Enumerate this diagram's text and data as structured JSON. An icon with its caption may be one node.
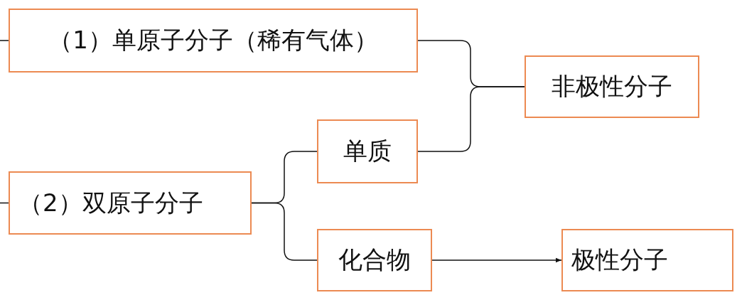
{
  "diagram": {
    "nodes": [
      {
        "text": [
          "（1）单原子分子（稀有气体）"
        ]
      },
      {
        "text": [
          "非极性分子"
        ]
      },
      {
        "text": [
          "单质"
        ]
      },
      {
        "text": [
          "（2）双原子分子"
        ]
      },
      {
        "text": [
          "化合物"
        ]
      },
      {
        "text": [
          "极性分子"
        ]
      }
    ],
    "edges": [
      {
        "from": null,
        "to": 0,
        "arrow": "none"
      },
      {
        "from": 0,
        "to": 1,
        "arrow": "none"
      },
      {
        "from": 2,
        "to": 1,
        "arrow": "none"
      },
      {
        "from": null,
        "to": 3,
        "arrow": "none"
      },
      {
        "from": 3,
        "to": 2,
        "arrow": "none"
      },
      {
        "from": 3,
        "to": 4,
        "arrow": "none"
      },
      {
        "from": 4,
        "to": 5,
        "arrow": "to"
      }
    ]
  }
}
